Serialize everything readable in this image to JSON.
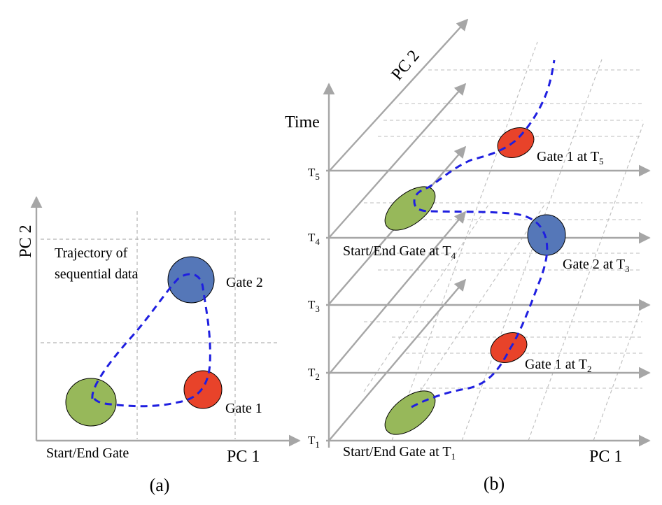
{
  "panel_a": {
    "panel_label": "(a)",
    "x_axis_label": "PC 1",
    "y_axis_label": "PC 2",
    "trajectory_label_line1": "Trajectory of",
    "trajectory_label_line2": "sequential data",
    "gate2_label": "Gate 2",
    "gate1_label": "Gate 1",
    "start_label": "Start/End Gate"
  },
  "panel_b": {
    "panel_label": "(b)",
    "time_label": "Time",
    "depth_axis_label": "PC 2",
    "x_axis_label": "PC 1",
    "time_ticks": [
      {
        "base": "T",
        "sub": "5"
      },
      {
        "base": "T",
        "sub": "4"
      },
      {
        "base": "T",
        "sub": "3"
      },
      {
        "base": "T",
        "sub": "2"
      },
      {
        "base": "T",
        "sub": "1"
      }
    ],
    "gate1_t5": {
      "text": "Gate 1 at T",
      "sub": "5"
    },
    "start_t4": {
      "text": "Start/End Gate at T",
      "sub": "4"
    },
    "gate2_t3": {
      "text": "Gate 2 at T",
      "sub": "3"
    },
    "gate1_t2": {
      "text": "Gate 1 at T",
      "sub": "2"
    },
    "start_t1": {
      "text": "Start/End Gate at T",
      "sub": "1"
    }
  },
  "colors": {
    "axis": "#a6a6a6",
    "grid": "#b3b3b3",
    "trajectory": "#1f1fe0",
    "green_gate": "#97b85a",
    "blue_gate": "#5577b8",
    "red_gate": "#e8432a"
  }
}
